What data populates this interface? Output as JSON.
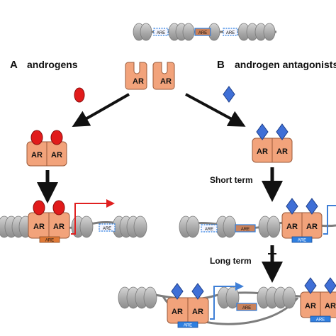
{
  "panels": {
    "a": {
      "letter": "A",
      "title": "androgens"
    },
    "b": {
      "letter": "B",
      "title": "androgen antagonists"
    }
  },
  "receptor_label": "AR",
  "element_label": "ARE",
  "stages": {
    "short_term": "Short term",
    "long_term": "Long term"
  },
  "colors": {
    "receptor": "#f2a37b",
    "receptor_border": "#9a5a3a",
    "androgen": "#e11b1b",
    "antagonist": "#3f6fd6",
    "nucleosome": "#b4b4b4",
    "are_box": "#2f7fe0",
    "transcription_red": "#e02020",
    "transcription_blue": "#3f7fd6",
    "arrow": "#111111"
  }
}
